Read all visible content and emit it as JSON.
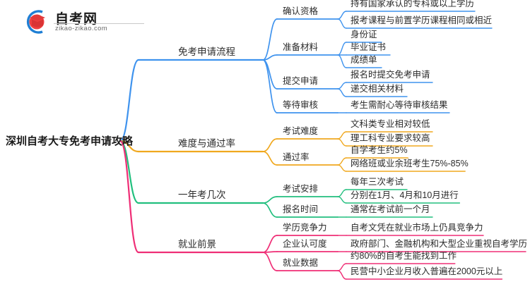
{
  "logo": {
    "brand_name": "自考网",
    "domain_text": "zikao-zikao.com",
    "mark_icon": "graduation-cap-icon",
    "colors": {
      "ring": "#1f7fd4",
      "cap": "#e03b3b"
    }
  },
  "mindmap": {
    "root": {
      "label": "深圳自考大专免考申请攻略"
    },
    "colors": {
      "branch_1": "#3f93ee",
      "branch_2": "#f0a81e",
      "branch_3": "#22bf7e",
      "branch_4": "#ef2e76"
    },
    "branches": [
      {
        "label": "免考申请流程",
        "color": "#3f93ee",
        "children": [
          {
            "label": "确认资格",
            "leaves": [
              "持有国家承认的专科或以上学历",
              "报考课程与前置学历课程相同或相近"
            ]
          },
          {
            "label": "准备材料",
            "leaves": [
              "身份证",
              "毕业证书",
              "成绩单"
            ]
          },
          {
            "label": "提交申请",
            "leaves": [
              "报名时提交免考申请",
              "递交相关材料"
            ]
          },
          {
            "label": "等待审核",
            "leaves": [
              "考生需耐心等待审核结果"
            ]
          }
        ]
      },
      {
        "label": "难度与通过率",
        "color": "#f0a81e",
        "children": [
          {
            "label": "考试难度",
            "leaves": [
              "文科类专业相对较低",
              "理工科专业要求较高"
            ]
          },
          {
            "label": "通过率",
            "leaves": [
              "自学考生约5%",
              "网络班或业余班考生75%-85%"
            ]
          }
        ]
      },
      {
        "label": "一年考几次",
        "color": "#22bf7e",
        "children": [
          {
            "label": "考试安排",
            "leaves": [
              "每年三次考试",
              "分别在1月、4月和10月进行"
            ]
          },
          {
            "label": "报名时间",
            "leaves": [
              "通常在考试前一个月"
            ]
          }
        ]
      },
      {
        "label": "就业前景",
        "color": "#ef2e76",
        "children": [
          {
            "label": "学历竞争力",
            "leaves": [
              "自考文凭在就业市场上仍具竞争力"
            ]
          },
          {
            "label": "企业认可度",
            "leaves": [
              "政府部门、金融机构和大型企业重视自考学历"
            ]
          },
          {
            "label": "就业数据",
            "leaves": [
              "约80%的自考生能找到工作",
              "民营中小企业月收入普遍在2000元以上"
            ]
          }
        ]
      }
    ]
  }
}
